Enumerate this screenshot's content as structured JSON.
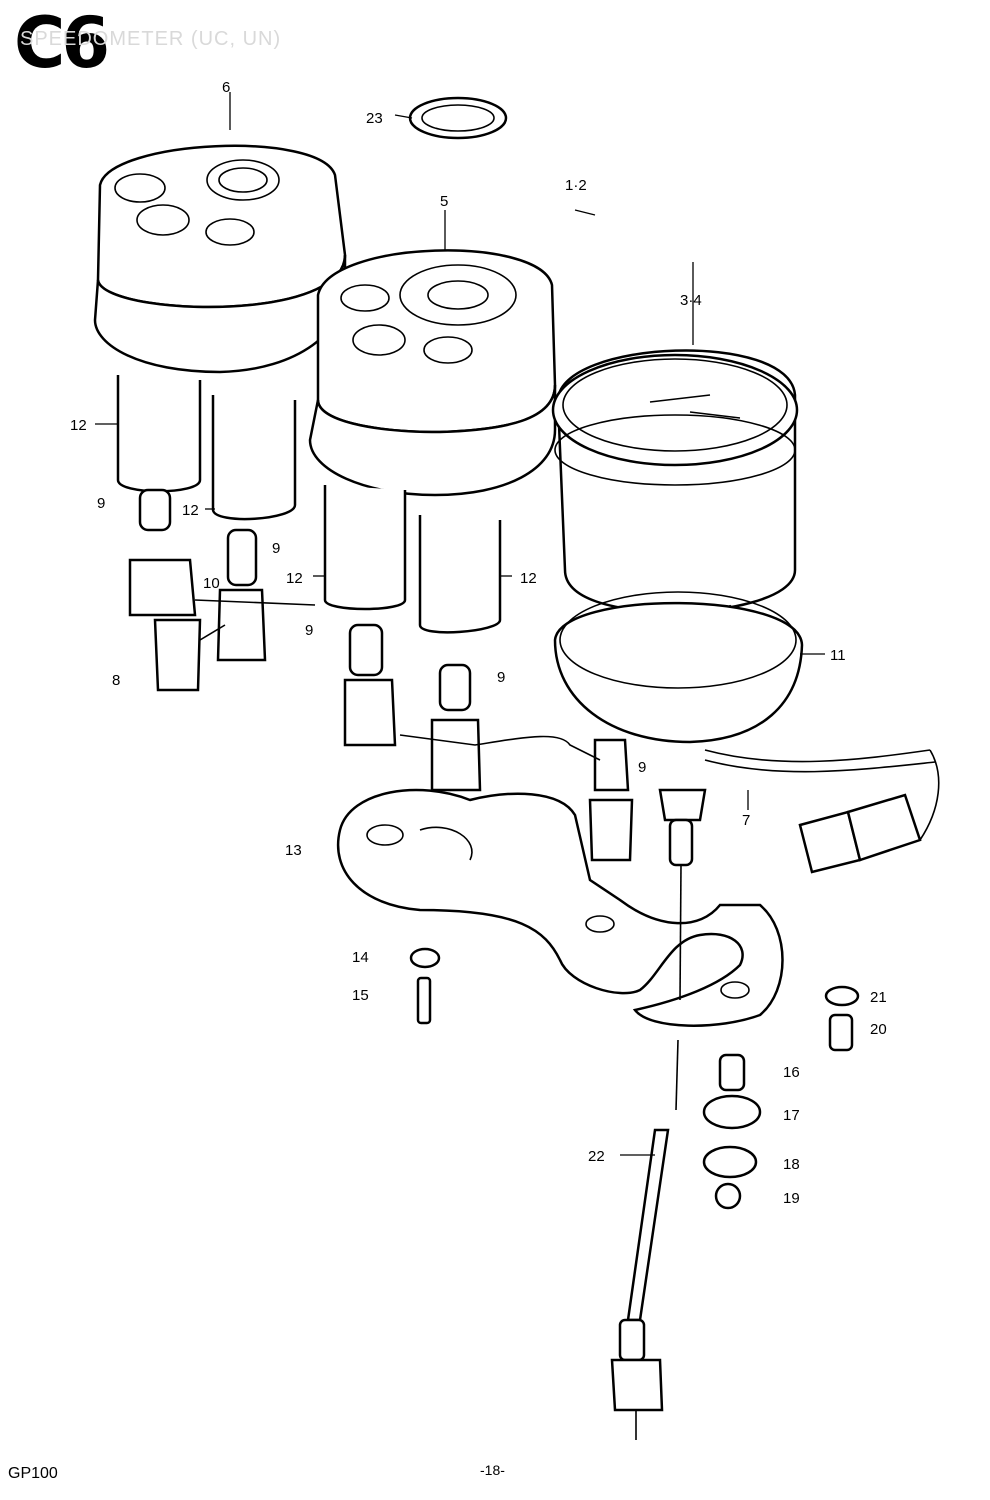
{
  "header": {
    "code": "C6",
    "title": "SPEEDOMETER (UC, UN)"
  },
  "footer": {
    "model": "GP100",
    "page": "-18-"
  },
  "callouts": [
    {
      "id": "c6",
      "label": "6"
    },
    {
      "id": "c23",
      "label": "23"
    },
    {
      "id": "c5",
      "label": "5"
    },
    {
      "id": "c12",
      "label": "1·2"
    },
    {
      "id": "c34",
      "label": "3·4"
    },
    {
      "id": "c12a",
      "label": "12"
    },
    {
      "id": "c9a",
      "label": "9"
    },
    {
      "id": "c12b",
      "label": "12"
    },
    {
      "id": "c9b",
      "label": "9"
    },
    {
      "id": "c10",
      "label": "10"
    },
    {
      "id": "c12c",
      "label": "12"
    },
    {
      "id": "c12d",
      "label": "12"
    },
    {
      "id": "c9c",
      "label": "9"
    },
    {
      "id": "c8",
      "label": "8"
    },
    {
      "id": "c11",
      "label": "11"
    },
    {
      "id": "c9d",
      "label": "9"
    },
    {
      "id": "c9e",
      "label": "9"
    },
    {
      "id": "c7",
      "label": "7"
    },
    {
      "id": "c13",
      "label": "13"
    },
    {
      "id": "c14",
      "label": "14"
    },
    {
      "id": "c15",
      "label": "15"
    },
    {
      "id": "c21",
      "label": "21"
    },
    {
      "id": "c20",
      "label": "20"
    },
    {
      "id": "c16",
      "label": "16"
    },
    {
      "id": "c17",
      "label": "17"
    },
    {
      "id": "c22",
      "label": "22"
    },
    {
      "id": "c18",
      "label": "18"
    },
    {
      "id": "c19",
      "label": "19"
    }
  ]
}
